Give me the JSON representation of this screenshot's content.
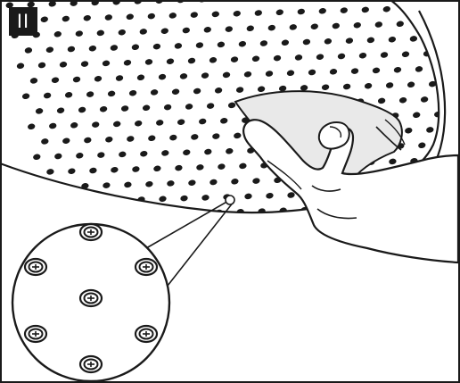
{
  "step": {
    "number": "II"
  },
  "illustration": {
    "shower_head": "rain-shower-head",
    "nozzle_style": "rubber-nozzle",
    "hand_action": "wiping-nozzles-with-cloth",
    "stroke_color": "#1a1a1a",
    "fill_color": "#ffffff",
    "shadow_color": "#e6e6e6"
  }
}
